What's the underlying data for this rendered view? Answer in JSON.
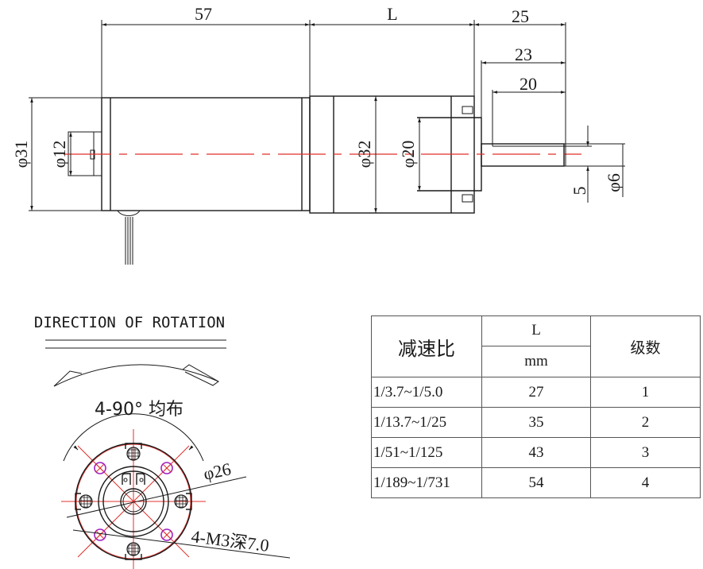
{
  "side_view": {
    "dimensions": {
      "motor_length": "57",
      "gearbox_length": "L",
      "shaft_total": "25",
      "shaft_23": "23",
      "shaft_20": "20",
      "motor_diameter": "φ31",
      "boss_diameter": "φ12",
      "gearbox_diameter": "φ32",
      "pilot_diameter": "φ20",
      "shaft_diameter": "φ6",
      "shaft_flat": "5"
    }
  },
  "end_view": {
    "title": "DIRECTION OF ROTATION",
    "angle_label": "4-90° 均布",
    "pcd_label": "φ26",
    "thread_label": "4-M3深7.0"
  },
  "table": {
    "headers": {
      "ratio": "减速比",
      "length": "L",
      "length_unit": "mm",
      "stages": "级数"
    },
    "rows": [
      {
        "ratio": "1/3.7~1/5.0",
        "length": "27",
        "stages": "1"
      },
      {
        "ratio": "1/13.7~1/25",
        "length": "35",
        "stages": "2"
      },
      {
        "ratio": "1/51~1/125",
        "length": "43",
        "stages": "3"
      },
      {
        "ratio": "1/189~1/731",
        "length": "54",
        "stages": "4"
      }
    ]
  },
  "colors": {
    "line": "#1a1a1a",
    "centerline": "#e0302a",
    "tapped_hole": "#a020c0"
  }
}
